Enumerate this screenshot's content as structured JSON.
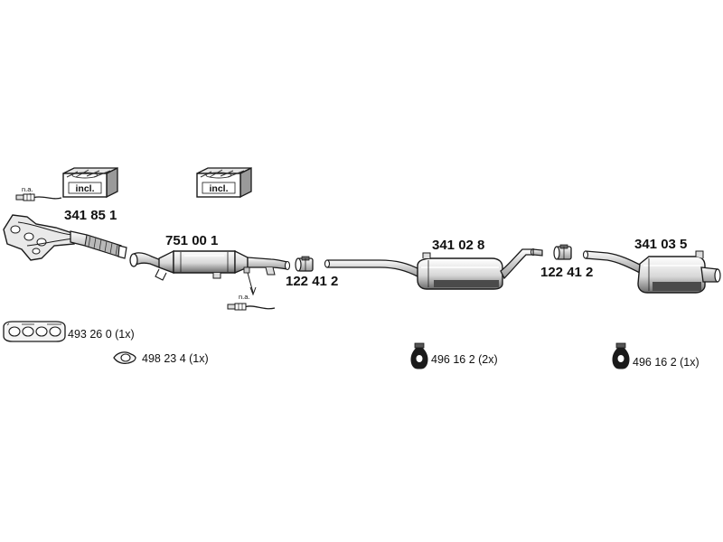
{
  "labels": {
    "manifold_pipe": "341 85 1",
    "catalyst": "751 00 1",
    "clamp_1": "122 41 2",
    "middle_silencer": "341 02 8",
    "clamp_2": "122 41 2",
    "rear_silencer": "341 03 5",
    "gasket_manifold": "493 26 0 (1x)",
    "gasket_ring": "498 23 4 (1x)",
    "rubber_mount_1": "496 16 2 (2x)",
    "rubber_mount_2": "496 16 2 (1x)"
  },
  "badges": {
    "incl_1": "incl.",
    "incl_2": "incl.",
    "na_1": "n.a.",
    "na_2": "n.a."
  },
  "colors": {
    "line": "#1a1a1a",
    "fill_light": "#f2f2f2",
    "fill_mid": "#c8c8c8",
    "fill_dark": "#555555"
  }
}
